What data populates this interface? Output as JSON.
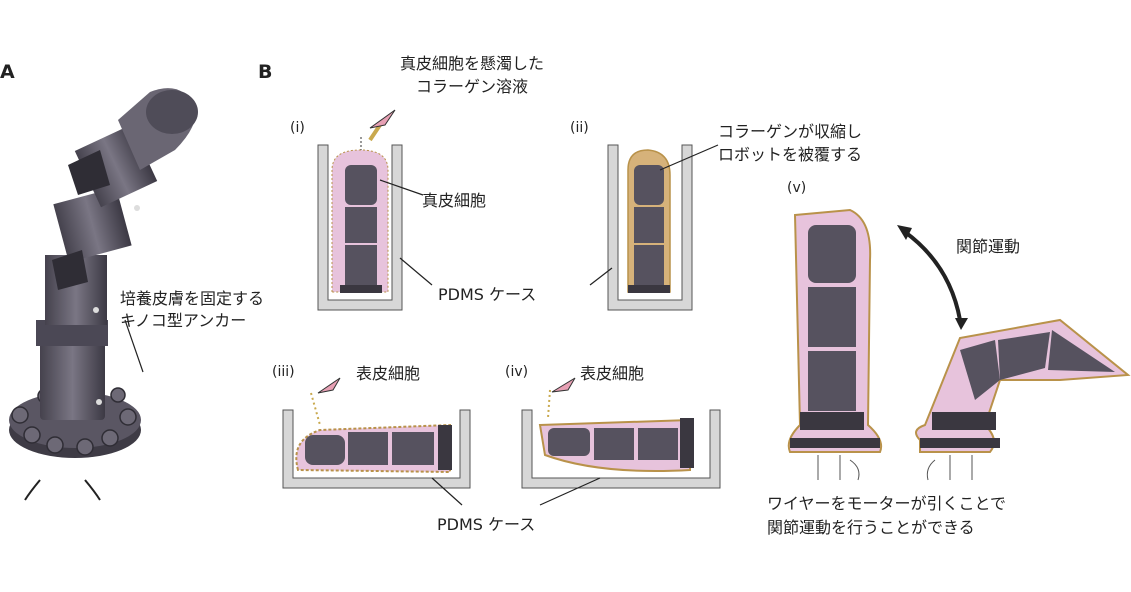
{
  "panels": {
    "a": {
      "letter": "A",
      "anchor_label": "培養皮膚を固定する\nキノコ型アンカー"
    },
    "b": {
      "letter": "B",
      "steps": {
        "i": {
          "label": "(i)",
          "collagen_label": "真皮細胞を懸濁した\nコラーゲン溶液",
          "dermal_label": "真皮細胞"
        },
        "ii": {
          "label": "(ii)",
          "shrink_label": "コラーゲンが収縮し\nロボットを被覆する"
        },
        "iii": {
          "label": "(iii)",
          "epidermal_label": "表皮細胞"
        },
        "iv": {
          "label": "(iv)",
          "epidermal_label": "表皮細胞"
        },
        "v": {
          "label": "(v)",
          "joint_label": "関節運動",
          "wire_label": "ワイヤーをモーターが引くことで\n関節運動を行うことができる"
        }
      },
      "case_label_top": "PDMS ケース",
      "case_label_bottom": "PDMS ケース"
    }
  },
  "colors": {
    "robot": "#56525f",
    "robot_dark": "#3a3740",
    "skin_pink": "#e7c3dc",
    "skin_border": "#b9924a",
    "case_gray": "#d7d7d7",
    "dots": "#c9a94e"
  }
}
